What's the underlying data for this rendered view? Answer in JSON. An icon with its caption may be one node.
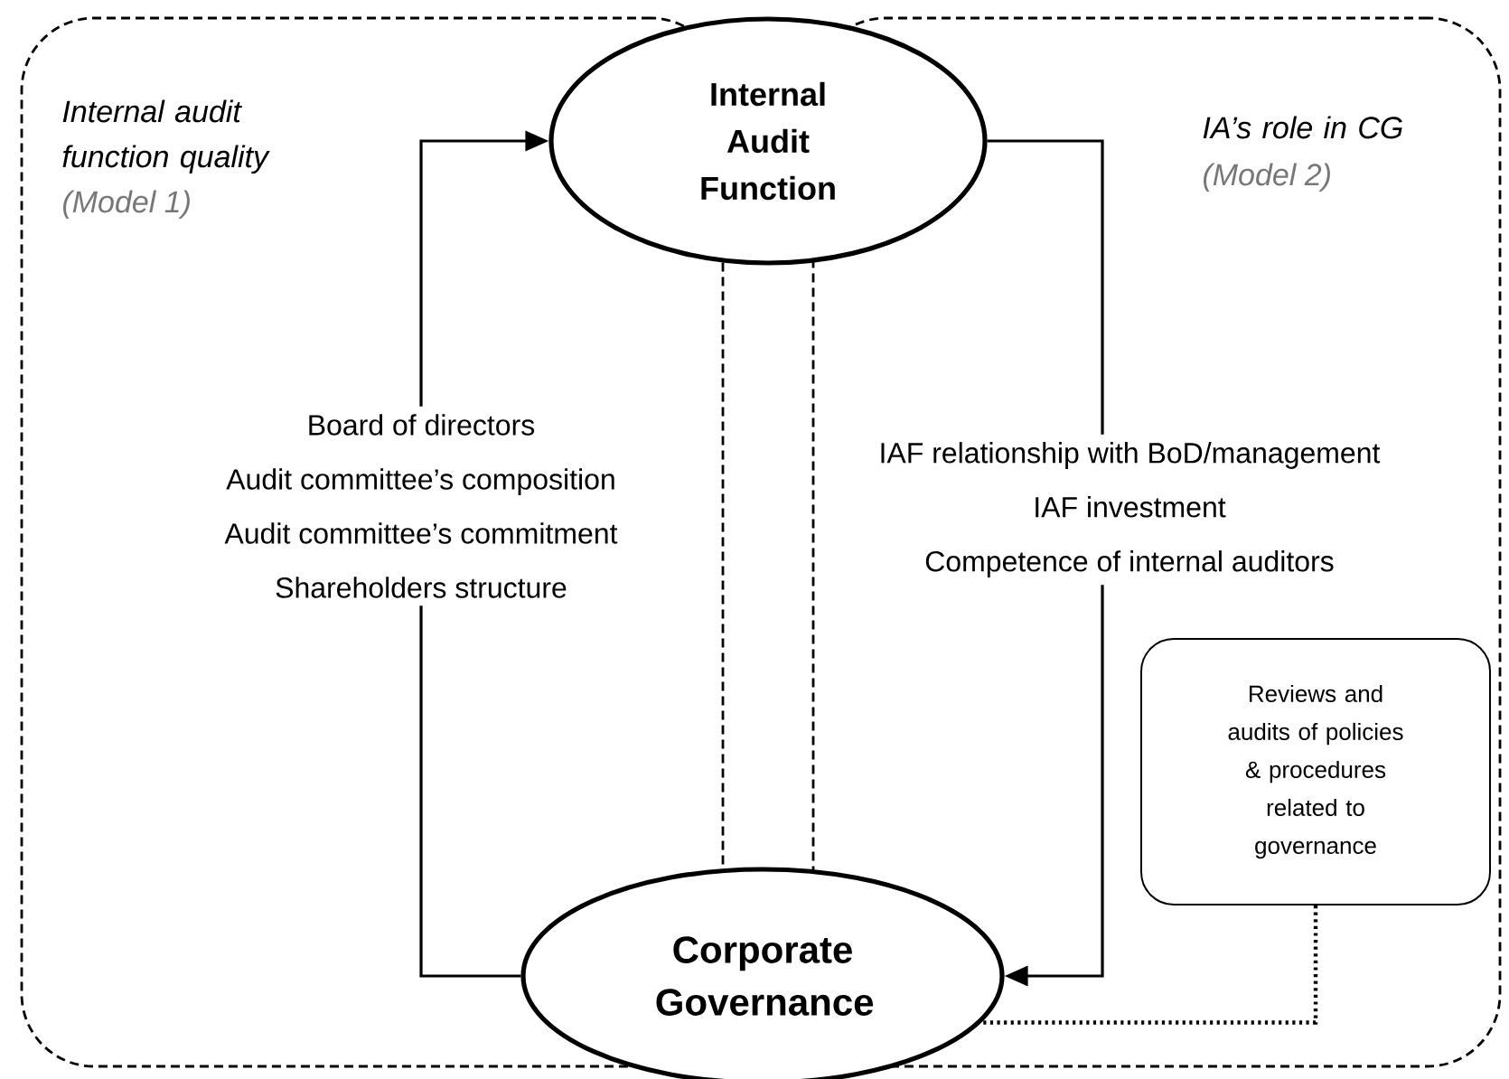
{
  "diagram": {
    "nodes": [
      {
        "text": [
          "Internal audit function quality",
          "(Model 1)"
        ]
      },
      {
        "text": [
          "IA’s role in CG",
          "(Model 2)"
        ]
      },
      {
        "text": [
          "Internal Audit Function"
        ]
      },
      {
        "text": [
          "Corporate Governance"
        ]
      },
      {
        "text": [
          "Board of directors",
          "Audit committee’s composition",
          "Audit committee’s commitment",
          "Shareholders structure"
        ],
        "in": 0
      },
      {
        "text": [
          "IAF relationship with BoD/management",
          "IAF investment",
          "Competence of internal auditors"
        ],
        "in": 1
      },
      {
        "text": [
          "Reviews and audits of policies & procedures related to governance"
        ],
        "in": 1
      }
    ],
    "edges": [
      {
        "from": 4,
        "to": 2,
        "arrow": "to"
      },
      {
        "from": 3,
        "to": 4,
        "arrow": "none"
      },
      {
        "from": 2,
        "to": 5,
        "arrow": "none"
      },
      {
        "from": 5,
        "to": 3,
        "arrow": "to"
      },
      {
        "from": 6,
        "to": 3,
        "arrow": "none",
        "style": "dashed"
      }
    ]
  }
}
